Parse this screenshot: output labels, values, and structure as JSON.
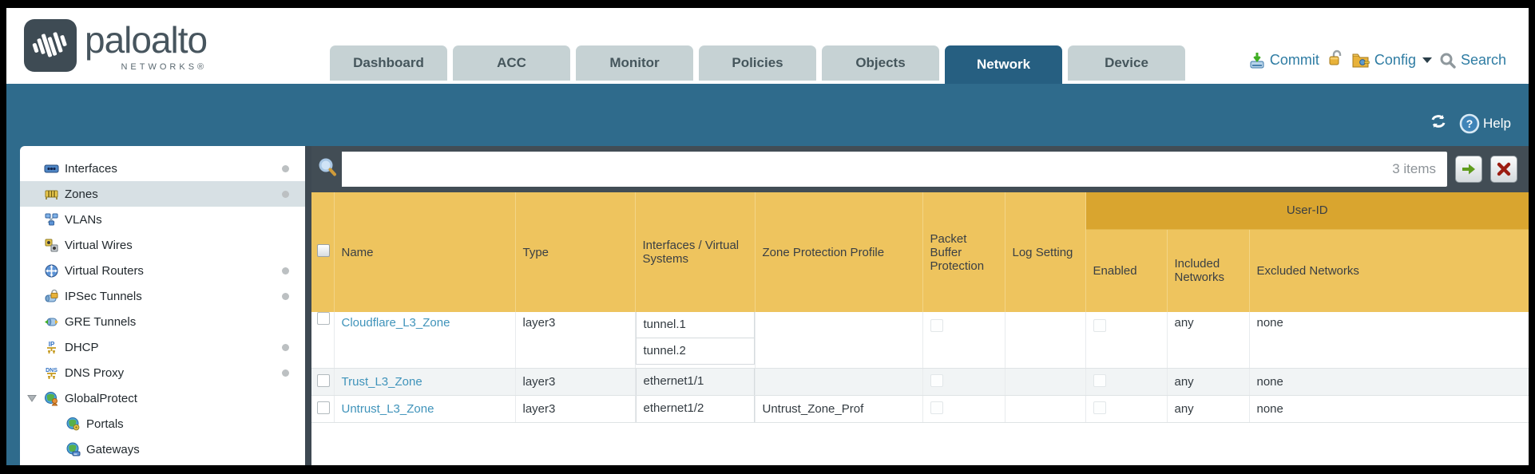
{
  "brand": {
    "logo_word": "paloalto",
    "logo_sub": "NETWORKS®",
    "logo_icon": "paloalto-pulse-icon"
  },
  "nav": {
    "tabs": [
      {
        "label": "Dashboard",
        "active": false
      },
      {
        "label": "ACC",
        "active": false
      },
      {
        "label": "Monitor",
        "active": false
      },
      {
        "label": "Policies",
        "active": false
      },
      {
        "label": "Objects",
        "active": false
      },
      {
        "label": "Network",
        "active": true
      },
      {
        "label": "Device",
        "active": false
      }
    ],
    "utilities": {
      "commit_label": "Commit",
      "commit_icon": "commit-icon",
      "lock_icon": "unlocked-padlock-icon",
      "config_label": "Config",
      "config_icon": "config-folder-key-icon",
      "config_caret_icon": "chevron-down-icon",
      "search_label": "Search",
      "search_icon": "search-icon"
    }
  },
  "band": {
    "refresh_icon": "refresh-icon",
    "help_label": "Help",
    "help_icon": "help-question-icon"
  },
  "sidebar": {
    "items": [
      {
        "label": "Interfaces",
        "icon": "interfaces-icon",
        "selected": false,
        "dot": true,
        "indent": 0
      },
      {
        "label": "Zones",
        "icon": "zones-icon",
        "selected": true,
        "dot": true,
        "indent": 0
      },
      {
        "label": "VLANs",
        "icon": "vlans-icon",
        "selected": false,
        "dot": false,
        "indent": 0
      },
      {
        "label": "Virtual Wires",
        "icon": "virtual-wires-icon",
        "selected": false,
        "dot": false,
        "indent": 0
      },
      {
        "label": "Virtual Routers",
        "icon": "virtual-routers-icon",
        "selected": false,
        "dot": true,
        "indent": 0
      },
      {
        "label": "IPSec Tunnels",
        "icon": "ipsec-tunnels-icon",
        "selected": false,
        "dot": true,
        "indent": 0
      },
      {
        "label": "GRE Tunnels",
        "icon": "gre-tunnels-icon",
        "selected": false,
        "dot": false,
        "indent": 0
      },
      {
        "label": "DHCP",
        "icon": "dhcp-icon",
        "selected": false,
        "dot": true,
        "indent": 0
      },
      {
        "label": "DNS Proxy",
        "icon": "dns-proxy-icon",
        "selected": false,
        "dot": true,
        "indent": 0
      },
      {
        "label": "GlobalProtect",
        "icon": "globalprotect-icon",
        "selected": false,
        "dot": false,
        "indent": 0,
        "expanded": true
      },
      {
        "label": "Portals",
        "icon": "portals-icon",
        "selected": false,
        "dot": false,
        "indent": 1
      },
      {
        "label": "Gateways",
        "icon": "gateways-icon",
        "selected": false,
        "dot": false,
        "indent": 1
      }
    ]
  },
  "filter": {
    "value": "",
    "count": "3 items",
    "magnifier_icon": "search-icon",
    "apply_icon": "green-arrow-icon",
    "clear_icon": "clear-x-icon"
  },
  "table": {
    "group_header": "User-ID",
    "columns": [
      "",
      "Name",
      "Type",
      "Interfaces / Virtual Systems",
      "Zone Protection Profile",
      "Packet Buffer Protection",
      "Log Setting",
      "Enabled",
      "Included Networks",
      "Excluded Networks"
    ],
    "rows": [
      {
        "name": "Cloudflare_L3_Zone",
        "type": "layer3",
        "interfaces": [
          "tunnel.1",
          "tunnel.2"
        ],
        "zone_protection_profile": "",
        "packet_buffer_protection": false,
        "log_setting": "",
        "enabled": false,
        "included_networks": "any",
        "excluded_networks": "none"
      },
      {
        "name": "Trust_L3_Zone",
        "type": "layer3",
        "interfaces": [
          "ethernet1/1"
        ],
        "zone_protection_profile": "",
        "packet_buffer_protection": false,
        "log_setting": "",
        "enabled": false,
        "included_networks": "any",
        "excluded_networks": "none"
      },
      {
        "name": "Untrust_L3_Zone",
        "type": "layer3",
        "interfaces": [
          "ethernet1/2"
        ],
        "zone_protection_profile": "Untrust_Zone_Prof",
        "packet_buffer_protection": false,
        "log_setting": "",
        "enabled": false,
        "included_networks": "any",
        "excluded_networks": "none"
      }
    ]
  },
  "colors": {
    "teal_band": "#2f6b8c",
    "active_tab": "#265f81",
    "header_gold": "#eec45e",
    "header_gold_dark": "#d9a52f",
    "filterbar_dark": "#424d55",
    "link_blue": "#3f93ba"
  }
}
